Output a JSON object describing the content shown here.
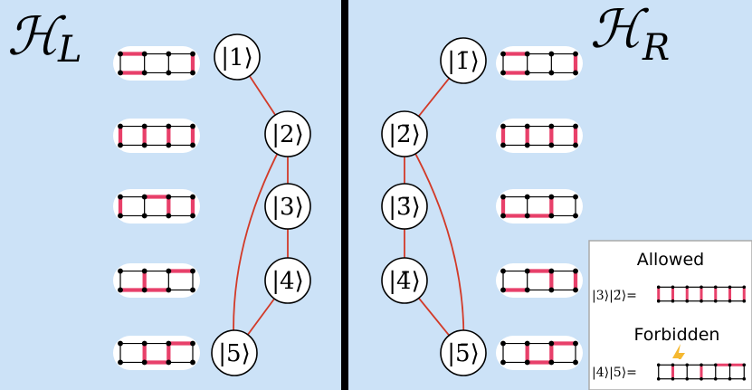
{
  "panels": {
    "left": {
      "title_script": "ℋ",
      "title_sub": "L",
      "states": [
        {
          "id": "1",
          "label": "|1⟩"
        },
        {
          "id": "2",
          "label": "|2⟩"
        },
        {
          "id": "3",
          "label": "|3⟩"
        },
        {
          "id": "4",
          "label": "|4⟩"
        },
        {
          "id": "5",
          "label": "|5⟩"
        }
      ],
      "edges": [
        [
          "1",
          "2"
        ],
        [
          "2",
          "3"
        ],
        [
          "3",
          "4"
        ],
        [
          "4",
          "5"
        ],
        [
          "2",
          "5"
        ]
      ],
      "lattice_patterns": [
        [
          0,
          0,
          0,
          1,
          1,
          0,
          0,
          1,
          0,
          0
        ],
        [
          1,
          1,
          1,
          1,
          0,
          0,
          0,
          0,
          0,
          0
        ],
        [
          1,
          0,
          1,
          1,
          0,
          1,
          0,
          0,
          0,
          0
        ],
        [
          0,
          1,
          0,
          0,
          0,
          0,
          1,
          1,
          1,
          0
        ],
        [
          0,
          1,
          1,
          0,
          0,
          0,
          1,
          0,
          1,
          0
        ]
      ]
    },
    "right": {
      "title_script": "ℋ",
      "title_sub": "R",
      "states": [
        {
          "id": "1",
          "label": "|1̄⟩"
        },
        {
          "id": "2",
          "label": "|2̄⟩"
        },
        {
          "id": "3",
          "label": "|3̄⟩"
        },
        {
          "id": "4",
          "label": "|4̄⟩"
        },
        {
          "id": "5",
          "label": "|5̄⟩"
        }
      ],
      "edges": [
        [
          "1",
          "2"
        ],
        [
          "2",
          "3"
        ],
        [
          "3",
          "4"
        ],
        [
          "4",
          "5"
        ],
        [
          "2",
          "5"
        ]
      ],
      "lattice_patterns": [
        [
          0,
          0,
          0,
          1,
          1,
          0,
          0,
          1,
          0,
          0
        ],
        [
          1,
          1,
          1,
          1,
          0,
          0,
          0,
          0,
          0,
          0
        ],
        [
          1,
          0,
          1,
          0,
          0,
          0,
          0,
          1,
          1,
          0
        ],
        [
          0,
          0,
          1,
          1,
          0,
          1,
          0,
          1,
          0,
          0
        ],
        [
          0,
          1,
          1,
          0,
          0,
          0,
          1,
          0,
          1,
          0
        ]
      ]
    }
  },
  "legend": {
    "allowed_title": "Allowed",
    "allowed_eq": "|3⟩|2̄⟩=",
    "forbidden_title": "Forbidden",
    "forbidden_eq": "|4⟩|5̄⟩=",
    "bolt_icon": "lightning-bolt-icon"
  },
  "colors": {
    "background": "#cce2f7",
    "divider": "#000000",
    "edge": "#d23a28",
    "bond": "#e8406a",
    "bolt": "#f5b830"
  }
}
